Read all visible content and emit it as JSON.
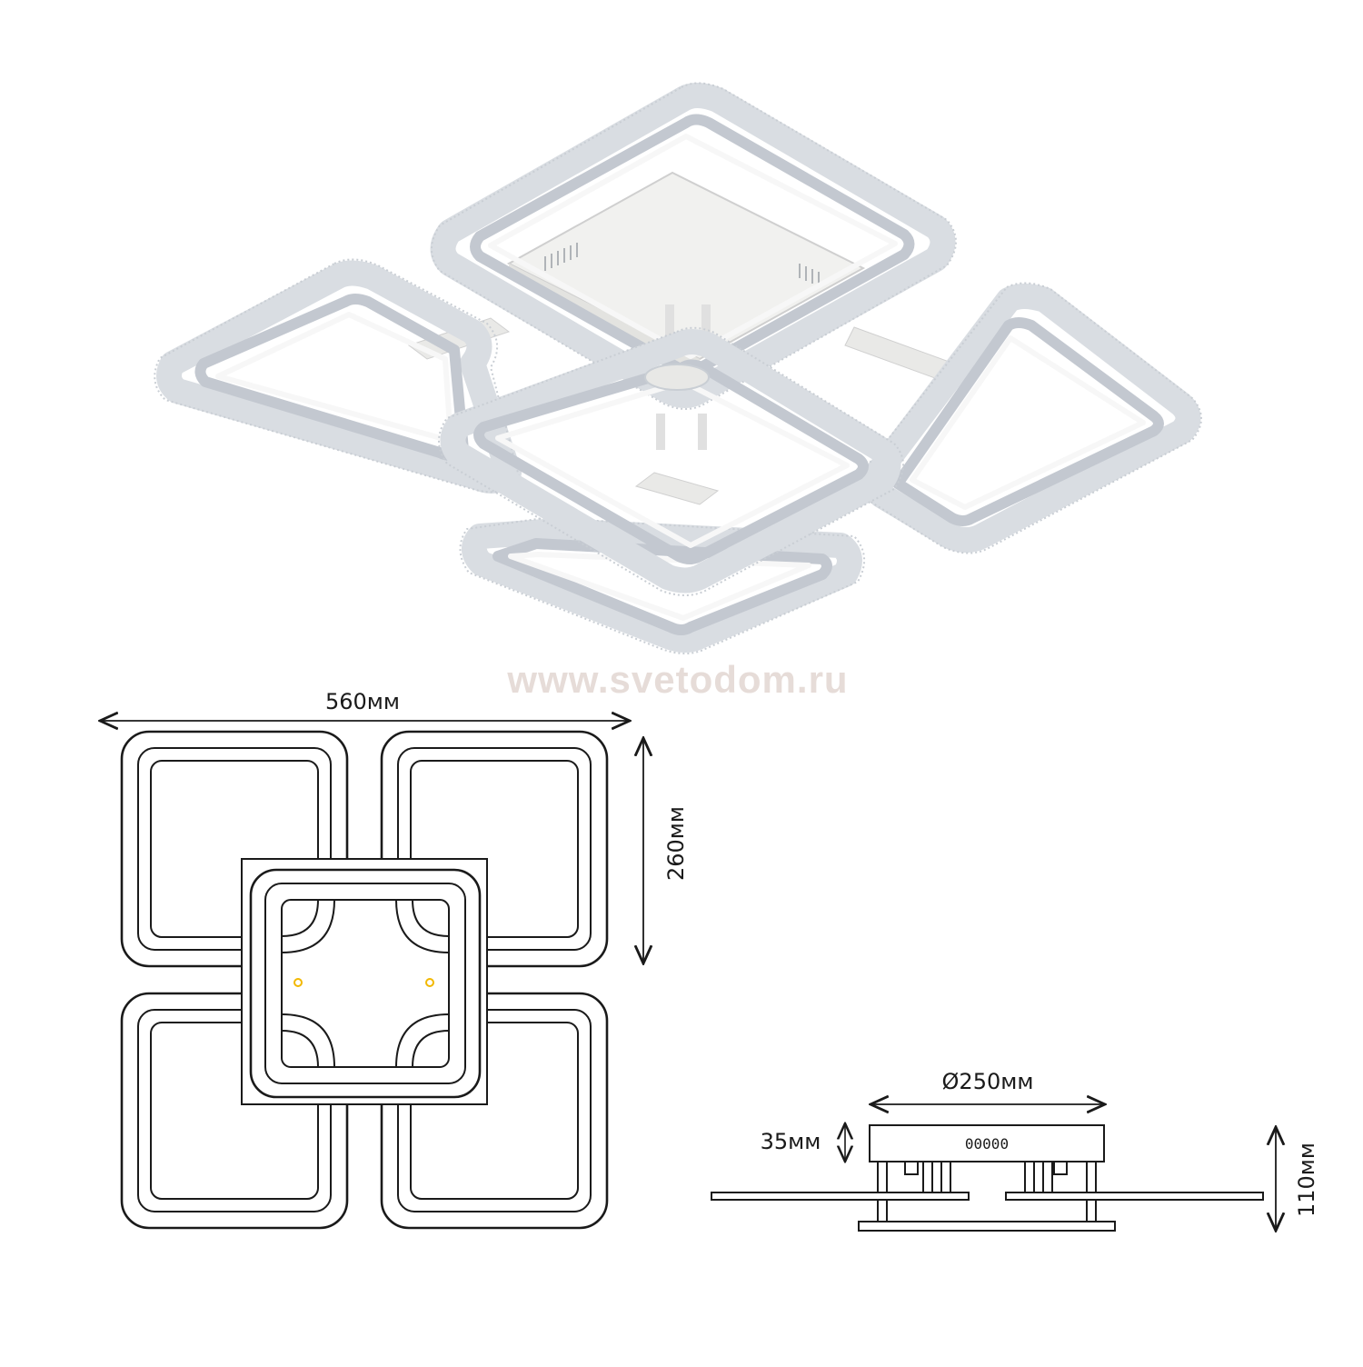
{
  "watermark": "www.svetodom.ru",
  "dimensions": {
    "width": "560мм",
    "depth": "260мм",
    "diameter": "Ø250мм",
    "base_height": "35мм",
    "total_height": "110мм",
    "control_label": "00000"
  },
  "colors": {
    "line": "#1a1a1a",
    "watermark": "#e6dcd8",
    "frame": "#c3c8d0",
    "indicator": "#f2b800"
  }
}
